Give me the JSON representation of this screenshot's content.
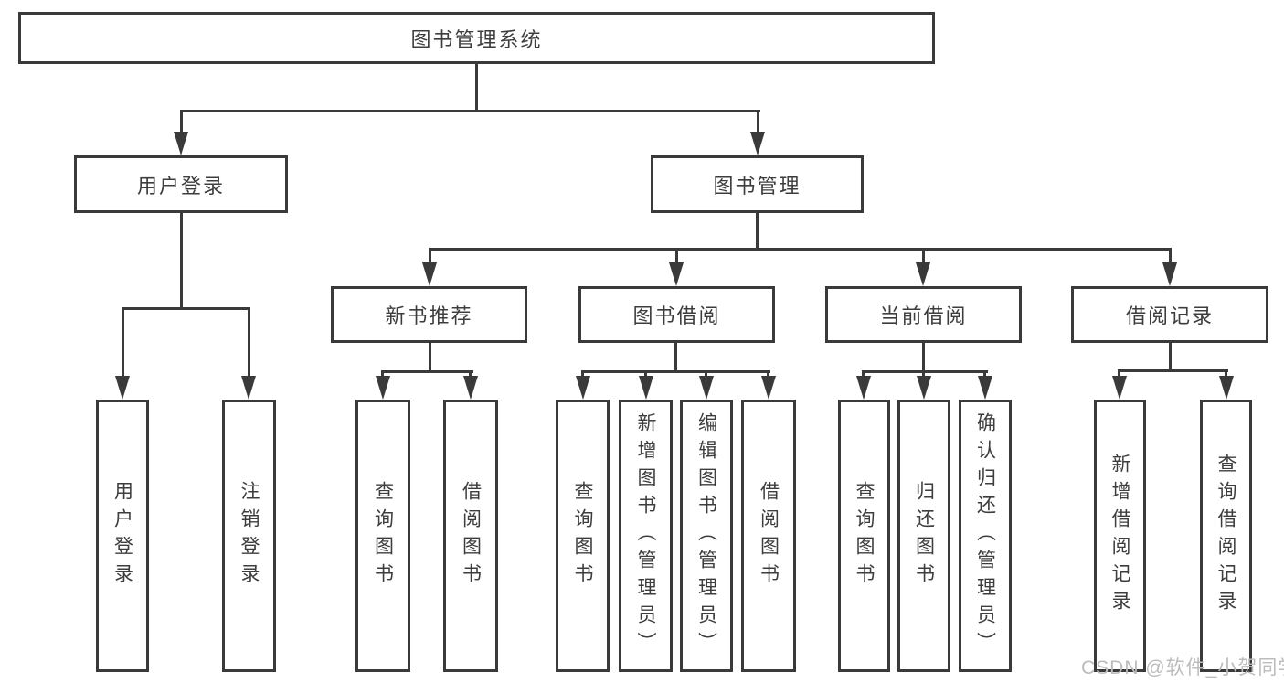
{
  "colors": {
    "line": "#3a3a3a",
    "text": "#3d3d3d",
    "box_fill": "#ffffff",
    "background": "#ffffff",
    "watermark": "#bcbcbc"
  },
  "nodes": {
    "root": "图书管理系统",
    "level2": {
      "user_login": "用户登录",
      "book_management": "图书管理"
    },
    "level3": {
      "new_book_recommend": "新书推荐",
      "book_borrowing": "图书借阅",
      "current_borrowing": "当前借阅",
      "borrowing_records": "借阅记录"
    },
    "leaves": {
      "user_login": [
        "用户登录",
        "注销登录"
      ],
      "new_book_recommend": [
        "查询图书",
        "借阅图书"
      ],
      "book_borrowing": [
        "查询图书",
        "新增图书（管理员）",
        "编辑图书（管理员）",
        "借阅图书"
      ],
      "current_borrowing": [
        "查询图书",
        "归还图书",
        "确认归还（管理员）"
      ],
      "borrowing_records": [
        "新增借阅记录",
        "查询借阅记录"
      ]
    }
  },
  "watermark": "CSDN @软件_小贺同学"
}
